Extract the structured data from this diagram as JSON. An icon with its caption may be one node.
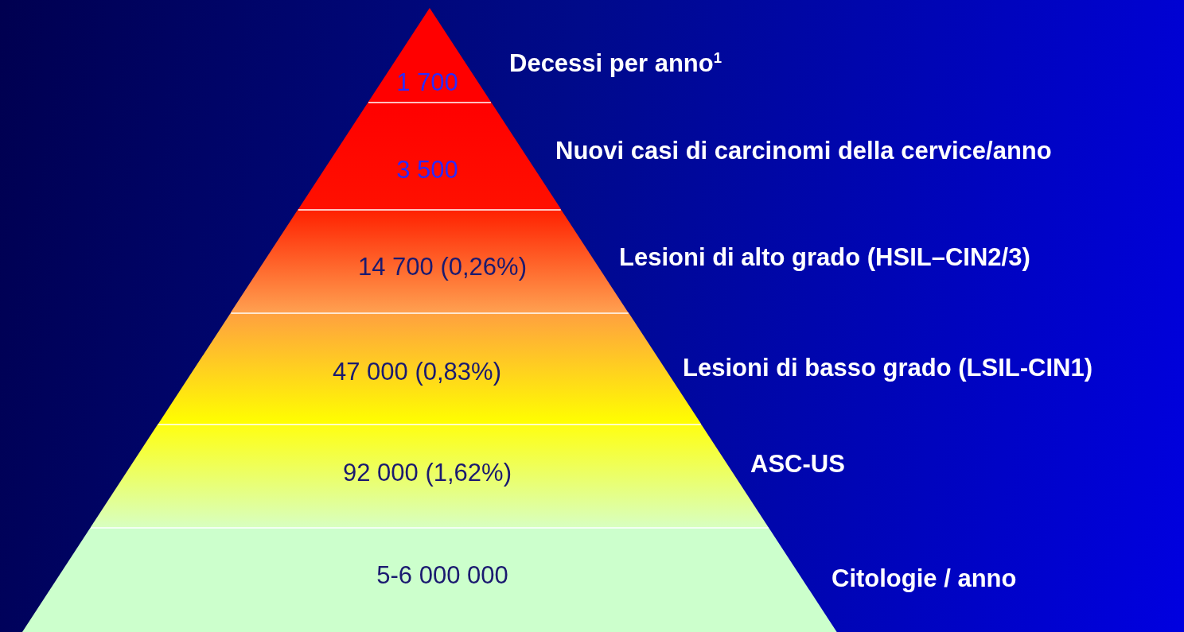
{
  "diagram": {
    "nodes": [
      {
        "text": [
          "1 700"
        ],
        "beside": [
          "Decessi per anno$^{1}$"
        ]
      },
      {
        "text": [
          "3 500"
        ],
        "beside": [
          "Nuovi casi di carcinomi della cervice/anno"
        ]
      },
      {
        "text": [
          "14 700 (0,26%)"
        ],
        "beside": [
          "Lesioni di alto grado (HSIL–CIN2/3)"
        ]
      },
      {
        "text": [
          "47 000 (0,83%)"
        ],
        "beside": [
          "Lesioni di basso grado (LSIL-CIN1)"
        ]
      },
      {
        "text": [
          "92 000 (1,62%)"
        ],
        "beside": [
          "ASC-US"
        ]
      },
      {
        "text": [
          "5-6 000 000"
        ],
        "beside": [
          "Citologie / anno"
        ]
      }
    ]
  }
}
